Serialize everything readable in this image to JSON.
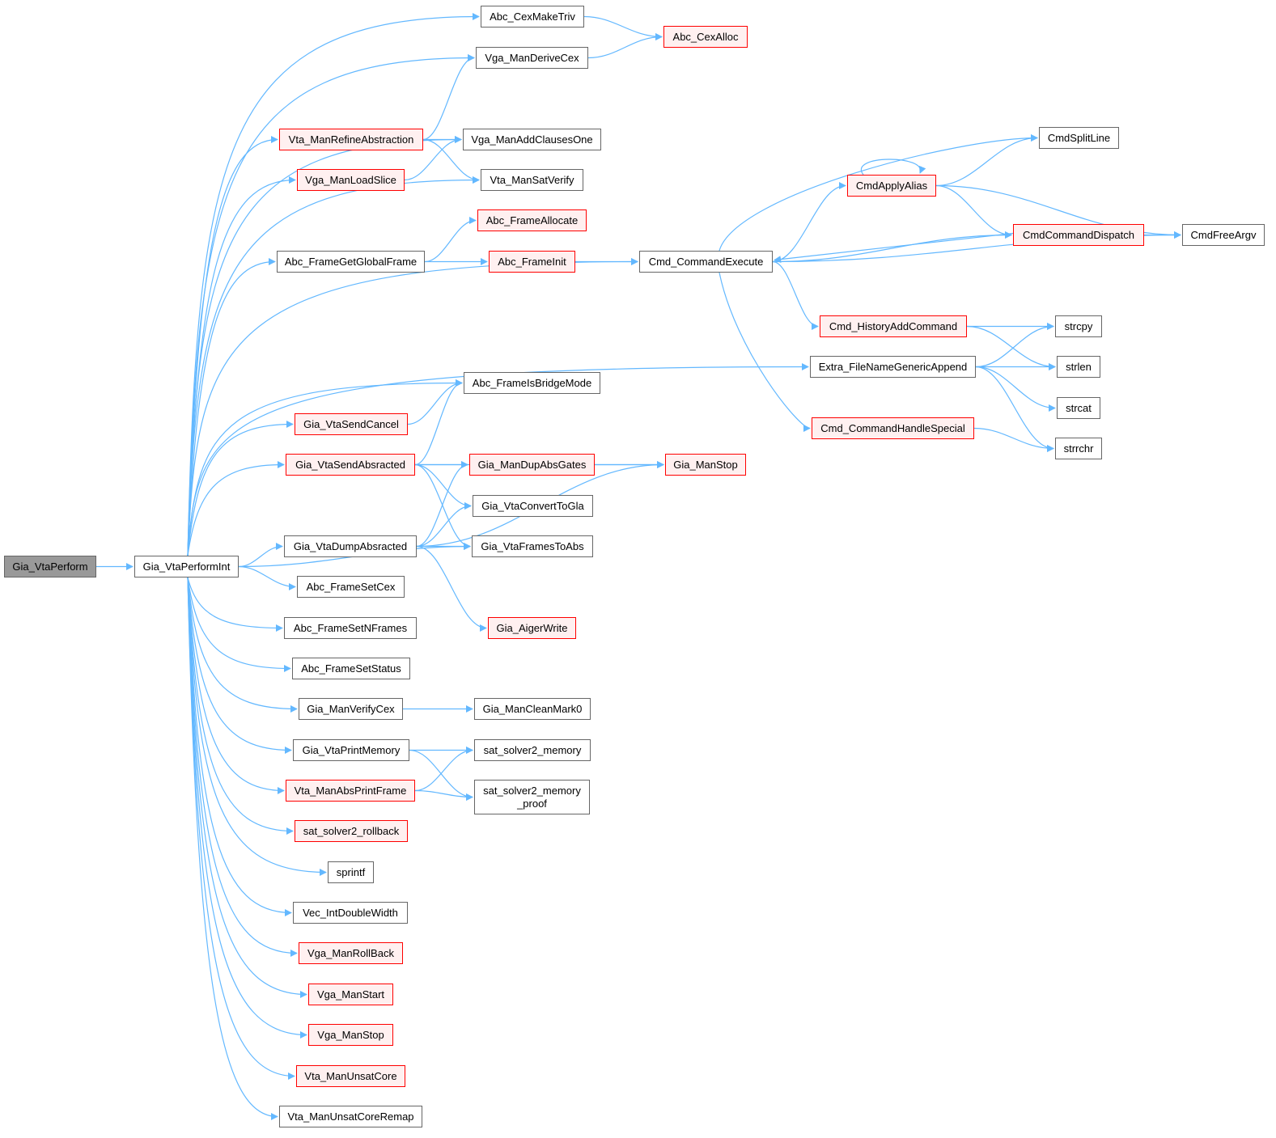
{
  "colors": {
    "edge": "#63b8ff",
    "red_border": "#ff0000",
    "red_fill": "#fff0f0",
    "root_fill": "#999999",
    "border": "#666666"
  },
  "nodes": [
    {
      "id": "Gia_VtaPerform",
      "label": "Gia_VtaPerform",
      "style": "root"
    },
    {
      "id": "Gia_VtaPerformInt",
      "label": "Gia_VtaPerformInt",
      "style": "normal"
    },
    {
      "id": "Vta_ManRefineAbstraction",
      "label": "Vta_ManRefineAbstraction",
      "style": "red"
    },
    {
      "id": "Vga_ManLoadSlice",
      "label": "Vga_ManLoadSlice",
      "style": "red"
    },
    {
      "id": "Abc_FrameGetGlobalFrame",
      "label": "Abc_FrameGetGlobalFrame",
      "style": "normal"
    },
    {
      "id": "Gia_VtaSendCancel",
      "label": "Gia_VtaSendCancel",
      "style": "red"
    },
    {
      "id": "Gia_VtaSendAbsracted",
      "label": "Gia_VtaSendAbsracted",
      "style": "red"
    },
    {
      "id": "Gia_VtaDumpAbsracted",
      "label": "Gia_VtaDumpAbsracted",
      "style": "normal"
    },
    {
      "id": "Abc_FrameSetCex",
      "label": "Abc_FrameSetCex",
      "style": "normal"
    },
    {
      "id": "Abc_FrameSetNFrames",
      "label": "Abc_FrameSetNFrames",
      "style": "normal"
    },
    {
      "id": "Abc_FrameSetStatus",
      "label": "Abc_FrameSetStatus",
      "style": "normal"
    },
    {
      "id": "Gia_ManVerifyCex",
      "label": "Gia_ManVerifyCex",
      "style": "normal"
    },
    {
      "id": "Gia_VtaPrintMemory",
      "label": "Gia_VtaPrintMemory",
      "style": "normal"
    },
    {
      "id": "Vta_ManAbsPrintFrame",
      "label": "Vta_ManAbsPrintFrame",
      "style": "red"
    },
    {
      "id": "sat_solver2_rollback",
      "label": "sat_solver2_rollback",
      "style": "red"
    },
    {
      "id": "sprintf",
      "label": "sprintf",
      "style": "normal"
    },
    {
      "id": "Vec_IntDoubleWidth",
      "label": "Vec_IntDoubleWidth",
      "style": "normal"
    },
    {
      "id": "Vga_ManRollBack",
      "label": "Vga_ManRollBack",
      "style": "red"
    },
    {
      "id": "Vga_ManStart",
      "label": "Vga_ManStart",
      "style": "red"
    },
    {
      "id": "Vga_ManStop",
      "label": "Vga_ManStop",
      "style": "red"
    },
    {
      "id": "Vta_ManUnsatCore",
      "label": "Vta_ManUnsatCore",
      "style": "red"
    },
    {
      "id": "Vta_ManUnsatCoreRemap",
      "label": "Vta_ManUnsatCoreRemap",
      "style": "normal"
    },
    {
      "id": "Abc_CexMakeTriv",
      "label": "Abc_CexMakeTriv",
      "style": "normal"
    },
    {
      "id": "Vga_ManDeriveCex",
      "label": "Vga_ManDeriveCex",
      "style": "normal"
    },
    {
      "id": "Vga_ManAddClausesOne",
      "label": "Vga_ManAddClausesOne",
      "style": "normal"
    },
    {
      "id": "Vta_ManSatVerify",
      "label": "Vta_ManSatVerify",
      "style": "normal"
    },
    {
      "id": "Abc_FrameAllocate",
      "label": "Abc_FrameAllocate",
      "style": "red"
    },
    {
      "id": "Abc_FrameInit",
      "label": "Abc_FrameInit",
      "style": "red"
    },
    {
      "id": "Abc_FrameIsBridgeMode",
      "label": "Abc_FrameIsBridgeMode",
      "style": "normal"
    },
    {
      "id": "Gia_ManDupAbsGates",
      "label": "Gia_ManDupAbsGates",
      "style": "red"
    },
    {
      "id": "Gia_VtaConvertToGla",
      "label": "Gia_VtaConvertToGla",
      "style": "normal"
    },
    {
      "id": "Gia_VtaFramesToAbs",
      "label": "Gia_VtaFramesToAbs",
      "style": "normal"
    },
    {
      "id": "Gia_AigerWrite",
      "label": "Gia_AigerWrite",
      "style": "red"
    },
    {
      "id": "Gia_ManCleanMark0",
      "label": "Gia_ManCleanMark0",
      "style": "normal"
    },
    {
      "id": "sat_solver2_memory",
      "label": "sat_solver2_memory",
      "style": "normal"
    },
    {
      "id": "sat_solver2_memory_proof",
      "label": "sat_solver2_memory\n_proof",
      "style": "normal"
    },
    {
      "id": "Abc_CexAlloc",
      "label": "Abc_CexAlloc",
      "style": "red"
    },
    {
      "id": "Cmd_CommandExecute",
      "label": "Cmd_CommandExecute",
      "style": "normal"
    },
    {
      "id": "Gia_ManStop",
      "label": "Gia_ManStop",
      "style": "red"
    },
    {
      "id": "CmdApplyAlias",
      "label": "CmdApplyAlias",
      "style": "red"
    },
    {
      "id": "CmdCommandDispatch",
      "label": "CmdCommandDispatch",
      "style": "red"
    },
    {
      "id": "CmdSplitLine",
      "label": "CmdSplitLine",
      "style": "normal"
    },
    {
      "id": "CmdFreeArgv",
      "label": "CmdFreeArgv",
      "style": "normal"
    },
    {
      "id": "Cmd_HistoryAddCommand",
      "label": "Cmd_HistoryAddCommand",
      "style": "red"
    },
    {
      "id": "Extra_FileNameGenericAppend",
      "label": "Extra_FileNameGenericAppend",
      "style": "normal"
    },
    {
      "id": "Cmd_CommandHandleSpecial",
      "label": "Cmd_CommandHandleSpecial",
      "style": "red"
    },
    {
      "id": "strcpy",
      "label": "strcpy",
      "style": "normal"
    },
    {
      "id": "strlen",
      "label": "strlen",
      "style": "normal"
    },
    {
      "id": "strcat",
      "label": "strcat",
      "style": "normal"
    },
    {
      "id": "strrchr",
      "label": "strrchr",
      "style": "normal"
    }
  ],
  "edges": [
    [
      "Gia_VtaPerform",
      "Gia_VtaPerformInt"
    ],
    [
      "Gia_VtaPerformInt",
      "Abc_CexMakeTriv"
    ],
    [
      "Gia_VtaPerformInt",
      "Vga_ManDeriveCex"
    ],
    [
      "Gia_VtaPerformInt",
      "Vga_ManAddClausesOne"
    ],
    [
      "Gia_VtaPerformInt",
      "Vta_ManRefineAbstraction"
    ],
    [
      "Gia_VtaPerformInt",
      "Vga_ManLoadSlice"
    ],
    [
      "Gia_VtaPerformInt",
      "Vta_ManSatVerify"
    ],
    [
      "Gia_VtaPerformInt",
      "Abc_FrameGetGlobalFrame"
    ],
    [
      "Gia_VtaPerformInt",
      "Cmd_CommandExecute"
    ],
    [
      "Gia_VtaPerformInt",
      "Extra_FileNameGenericAppend"
    ],
    [
      "Gia_VtaPerformInt",
      "Abc_FrameIsBridgeMode"
    ],
    [
      "Gia_VtaPerformInt",
      "Gia_VtaSendCancel"
    ],
    [
      "Gia_VtaPerformInt",
      "Gia_VtaSendAbsracted"
    ],
    [
      "Gia_VtaPerformInt",
      "Gia_VtaFramesToAbs"
    ],
    [
      "Gia_VtaPerformInt",
      "Gia_VtaDumpAbsracted"
    ],
    [
      "Gia_VtaPerformInt",
      "Abc_FrameSetCex"
    ],
    [
      "Gia_VtaPerformInt",
      "Abc_FrameSetNFrames"
    ],
    [
      "Gia_VtaPerformInt",
      "Abc_FrameSetStatus"
    ],
    [
      "Gia_VtaPerformInt",
      "Gia_ManVerifyCex"
    ],
    [
      "Gia_VtaPerformInt",
      "Gia_VtaPrintMemory"
    ],
    [
      "Gia_VtaPerformInt",
      "Vta_ManAbsPrintFrame"
    ],
    [
      "Gia_VtaPerformInt",
      "sat_solver2_rollback"
    ],
    [
      "Gia_VtaPerformInt",
      "sprintf"
    ],
    [
      "Gia_VtaPerformInt",
      "Vec_IntDoubleWidth"
    ],
    [
      "Gia_VtaPerformInt",
      "Vga_ManRollBack"
    ],
    [
      "Gia_VtaPerformInt",
      "Vga_ManStart"
    ],
    [
      "Gia_VtaPerformInt",
      "Vga_ManStop"
    ],
    [
      "Gia_VtaPerformInt",
      "Vta_ManUnsatCore"
    ],
    [
      "Gia_VtaPerformInt",
      "Vta_ManUnsatCoreRemap"
    ],
    [
      "Abc_CexMakeTriv",
      "Abc_CexAlloc"
    ],
    [
      "Vga_ManDeriveCex",
      "Abc_CexAlloc"
    ],
    [
      "Vta_ManRefineAbstraction",
      "Vga_ManDeriveCex"
    ],
    [
      "Vta_ManRefineAbstraction",
      "Vga_ManAddClausesOne"
    ],
    [
      "Vta_ManRefineAbstraction",
      "Vta_ManSatVerify"
    ],
    [
      "Vga_ManLoadSlice",
      "Vga_ManAddClausesOne"
    ],
    [
      "Abc_FrameGetGlobalFrame",
      "Abc_FrameAllocate"
    ],
    [
      "Abc_FrameGetGlobalFrame",
      "Abc_FrameInit"
    ],
    [
      "Abc_FrameInit",
      "Cmd_CommandExecute"
    ],
    [
      "Cmd_CommandExecute",
      "CmdSplitLine"
    ],
    [
      "Cmd_CommandExecute",
      "CmdApplyAlias"
    ],
    [
      "Cmd_CommandExecute",
      "CmdCommandDispatch"
    ],
    [
      "Cmd_CommandExecute",
      "CmdFreeArgv"
    ],
    [
      "Cmd_CommandExecute",
      "Cmd_HistoryAddCommand"
    ],
    [
      "Cmd_CommandExecute",
      "Cmd_CommandHandleSpecial"
    ],
    [
      "CmdApplyAlias",
      "CmdApplyAlias"
    ],
    [
      "CmdApplyAlias",
      "CmdSplitLine"
    ],
    [
      "CmdApplyAlias",
      "CmdCommandDispatch"
    ],
    [
      "CmdApplyAlias",
      "CmdFreeArgv"
    ],
    [
      "CmdCommandDispatch",
      "Cmd_CommandExecute"
    ],
    [
      "CmdCommandDispatch",
      "CmdFreeArgv"
    ],
    [
      "Cmd_HistoryAddCommand",
      "strcpy"
    ],
    [
      "Cmd_HistoryAddCommand",
      "strlen"
    ],
    [
      "Extra_FileNameGenericAppend",
      "strcpy"
    ],
    [
      "Extra_FileNameGenericAppend",
      "strlen"
    ],
    [
      "Extra_FileNameGenericAppend",
      "strcat"
    ],
    [
      "Extra_FileNameGenericAppend",
      "strrchr"
    ],
    [
      "Cmd_CommandHandleSpecial",
      "strrchr"
    ],
    [
      "Gia_VtaSendCancel",
      "Abc_FrameIsBridgeMode"
    ],
    [
      "Gia_VtaSendAbsracted",
      "Abc_FrameIsBridgeMode"
    ],
    [
      "Gia_VtaSendAbsracted",
      "Gia_ManStop"
    ],
    [
      "Gia_VtaSendAbsracted",
      "Gia_ManDupAbsGates"
    ],
    [
      "Gia_VtaSendAbsracted",
      "Gia_VtaConvertToGla"
    ],
    [
      "Gia_VtaSendAbsracted",
      "Gia_VtaFramesToAbs"
    ],
    [
      "Gia_ManDupAbsGates",
      "Gia_ManStop"
    ],
    [
      "Gia_VtaDumpAbsracted",
      "Gia_ManDupAbsGates"
    ],
    [
      "Gia_VtaDumpAbsracted",
      "Gia_VtaConvertToGla"
    ],
    [
      "Gia_VtaDumpAbsracted",
      "Gia_VtaFramesToAbs"
    ],
    [
      "Gia_VtaDumpAbsracted",
      "Gia_ManStop"
    ],
    [
      "Gia_VtaDumpAbsracted",
      "Gia_AigerWrite"
    ],
    [
      "Gia_ManVerifyCex",
      "Gia_ManCleanMark0"
    ],
    [
      "Gia_VtaPrintMemory",
      "sat_solver2_memory"
    ],
    [
      "Gia_VtaPrintMemory",
      "sat_solver2_memory_proof"
    ],
    [
      "Vta_ManAbsPrintFrame",
      "sat_solver2_memory"
    ],
    [
      "Vta_ManAbsPrintFrame",
      "sat_solver2_memory_proof"
    ]
  ]
}
